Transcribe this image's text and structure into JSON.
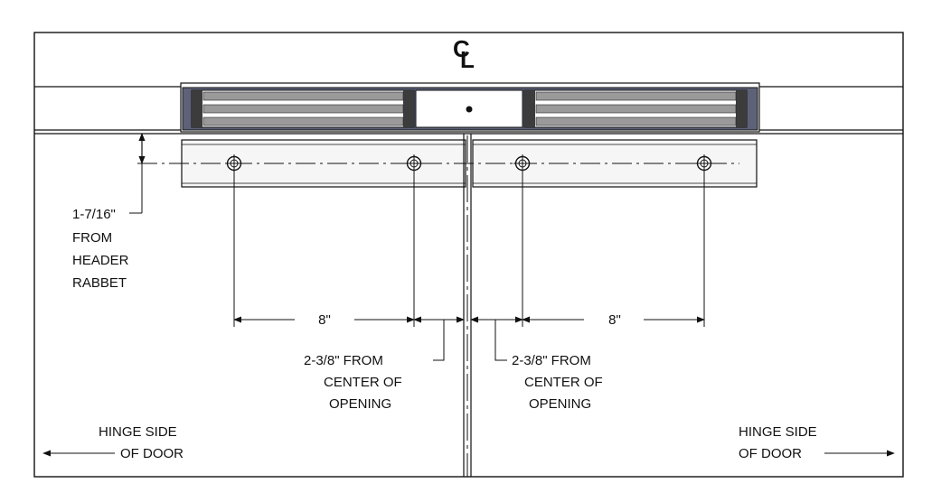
{
  "centerline_symbol": "C",
  "centerline_sub": "L",
  "rabbet_note": {
    "line1": "1-7/16\"",
    "line2": "FROM",
    "line3": "HEADER",
    "line4": "RABBET"
  },
  "dim_left_spacing": "8\"",
  "dim_right_spacing": "8\"",
  "left_offset_note": {
    "line1": "2-3/8\" FROM",
    "line2": "CENTER OF",
    "line3": "OPENING"
  },
  "right_offset_note": {
    "line1": "2-3/8\" FROM",
    "line2": "CENTER OF",
    "line3": "OPENING"
  },
  "hinge_left": {
    "line1": "HINGE SIDE",
    "line2": "OF DOOR"
  },
  "hinge_right": {
    "line1": "HINGE SIDE",
    "line2": "OF DOOR"
  },
  "colors": {
    "line": "#111111",
    "magnet_frame": "#5d6278",
    "magnet_grey": "#9a9a9a",
    "armature_fill": "#f6f6f6"
  }
}
